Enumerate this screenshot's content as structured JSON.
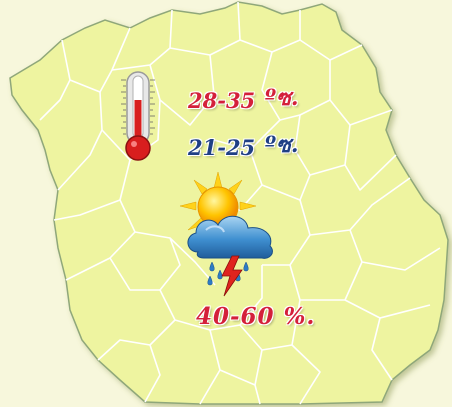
{
  "forecast": {
    "temp_max": "28-35",
    "temp_max_unit": "ºซ.",
    "temp_min": "21-25",
    "temp_min_unit": "ºซ.",
    "rain_chance": "40-60 %."
  },
  "colors": {
    "background": "#f7f7dc",
    "land": "#eef4a0",
    "boundary": "#ffffff",
    "outline": "#8fa77a",
    "temp_max_text": "#d4203a",
    "temp_min_text": "#1f3f85",
    "rain_text": "#d4203a"
  },
  "icons": {
    "thermometer": "thermometer-icon",
    "weather": "sun-cloud-thunderstorm-icon"
  }
}
